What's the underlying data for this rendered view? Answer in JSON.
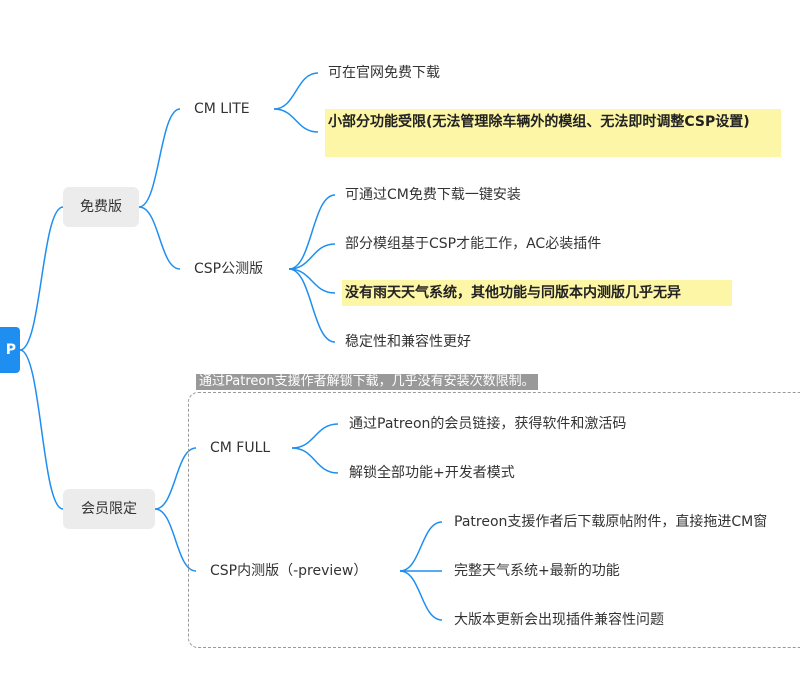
{
  "root": {
    "label": "P"
  },
  "branches": [
    {
      "label": "免费版",
      "children": [
        {
          "label": "CM LITE",
          "notes": [
            {
              "text": "可在官网免费下载",
              "highlight": false
            },
            {
              "text": "小部分功能受限(无法管理除车辆外的模组、无法即时调整CSP设置)",
              "highlight": true
            }
          ]
        },
        {
          "label": "CSP公测版",
          "notes": [
            {
              "text": "可通过CM免费下载一键安装",
              "highlight": false
            },
            {
              "text": "部分模组基于CSP才能工作，AC必装插件",
              "highlight": false
            },
            {
              "text": "没有雨天天气系统，其他功能与同版本内测版几乎无异",
              "highlight": true
            },
            {
              "text": "稳定性和兼容性更好",
              "highlight": false
            }
          ]
        }
      ]
    },
    {
      "label": "会员限定",
      "summary": "通过Patreon支援作者解锁下载，几乎没有安装次数限制。",
      "children": [
        {
          "label": "CM FULL",
          "notes": [
            {
              "text": "通过Patreon的会员链接，获得软件和激活码",
              "highlight": false
            },
            {
              "text": "解锁全部功能+开发者模式",
              "highlight": false
            }
          ]
        },
        {
          "label": "CSP内测版（-preview）",
          "notes": [
            {
              "text": "Patreon支援作者后下载原帖附件，直接拖进CM窗",
              "highlight": false
            },
            {
              "text": "完整天气系统+最新的功能",
              "highlight": false
            },
            {
              "text": "大版本更新会出现插件兼容性问题",
              "highlight": false
            }
          ]
        }
      ]
    }
  ],
  "colors": {
    "edge": "#1e8ff0",
    "root_fill": "#1e8ff0",
    "pill_fill": "#ececec",
    "highlight_fill": "#fdf6a6",
    "summary_fill": "#999999",
    "dash_border": "#9a9a9a"
  }
}
